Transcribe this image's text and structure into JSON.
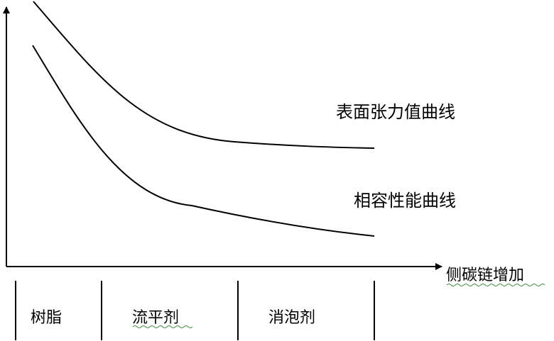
{
  "diagram": {
    "curves": [
      {
        "label": "表面张力值曲线"
      },
      {
        "label": "相容性能曲线"
      }
    ],
    "x_axis_label": "侧碳链增加",
    "regions": [
      "树脂",
      "流平剂",
      "消泡剂"
    ],
    "colors": {
      "ink": "#000000",
      "spellcheck_underline": "#3b8f3b"
    }
  }
}
